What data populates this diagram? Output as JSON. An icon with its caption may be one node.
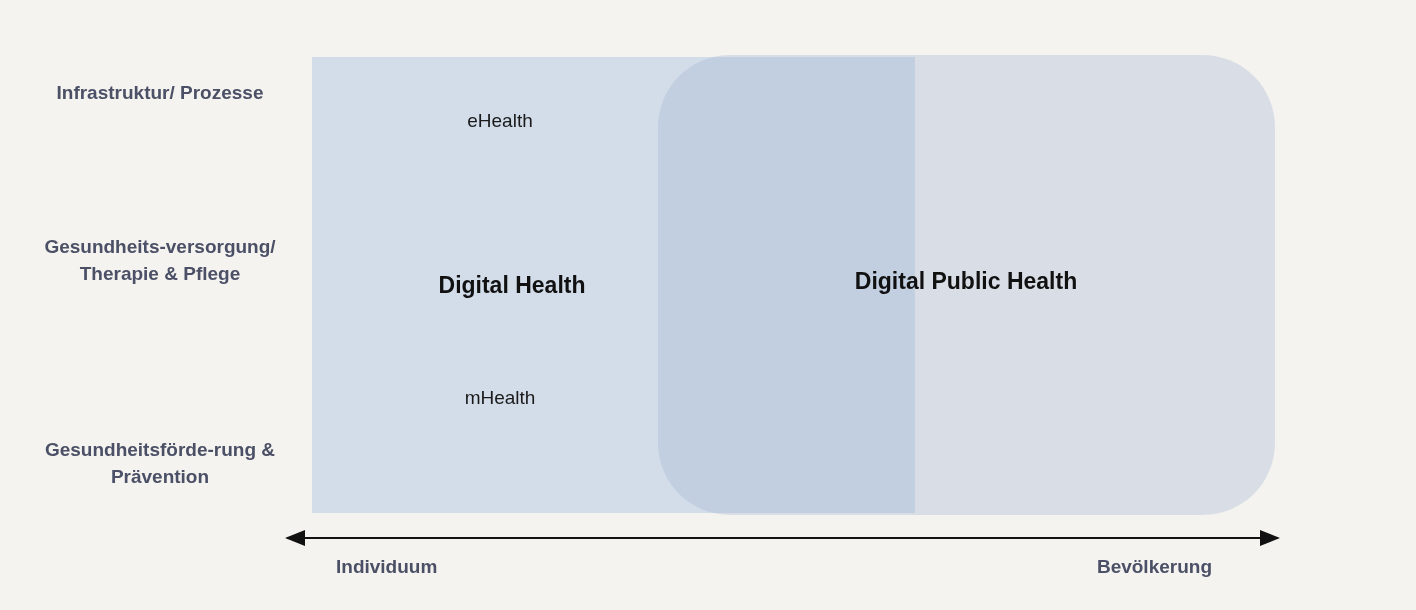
{
  "diagram": {
    "nodes": [
      {
        "text": [
          "eHealth",
          "Digital Health",
          "mHealth"
        ]
      },
      {
        "text": [
          "Digital Public Health"
        ]
      }
    ],
    "labels": [
      "Infrastruktur/ Prozesse",
      "Gesundheits-versorgung/ Therapie & Pflege",
      "Gesundheitsförde-rung & Prävention",
      "Individuum",
      "Bevölkerung"
    ]
  }
}
